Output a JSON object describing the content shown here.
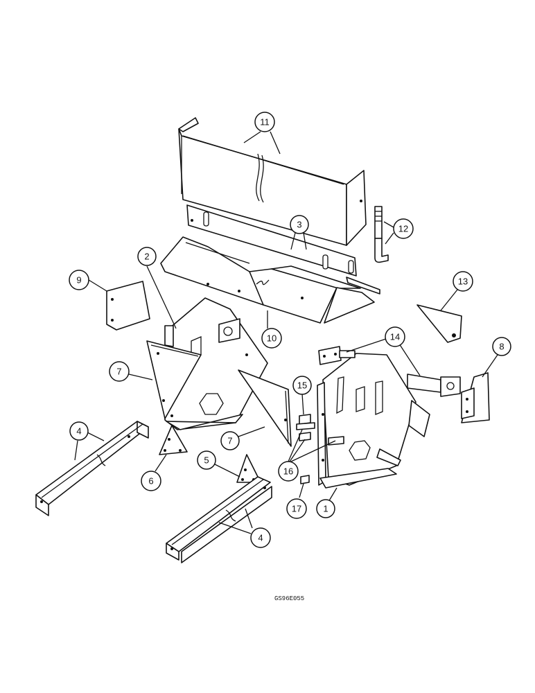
{
  "callouts": [
    {
      "id": "c11",
      "label": "11"
    },
    {
      "id": "c3",
      "label": "3"
    },
    {
      "id": "c12",
      "label": "12"
    },
    {
      "id": "c2",
      "label": "2"
    },
    {
      "id": "c9",
      "label": "9"
    },
    {
      "id": "c13",
      "label": "13"
    },
    {
      "id": "c10",
      "label": "10"
    },
    {
      "id": "c14",
      "label": "14"
    },
    {
      "id": "c8",
      "label": "8"
    },
    {
      "id": "c7a",
      "label": "7"
    },
    {
      "id": "c15",
      "label": "15"
    },
    {
      "id": "c4a",
      "label": "4"
    },
    {
      "id": "c7b",
      "label": "7"
    },
    {
      "id": "c16",
      "label": "16"
    },
    {
      "id": "c5",
      "label": "5"
    },
    {
      "id": "c6",
      "label": "6"
    },
    {
      "id": "c17",
      "label": "17"
    },
    {
      "id": "c1",
      "label": "1"
    },
    {
      "id": "c4b",
      "label": "4"
    }
  ],
  "reference_code": "GS96E055"
}
